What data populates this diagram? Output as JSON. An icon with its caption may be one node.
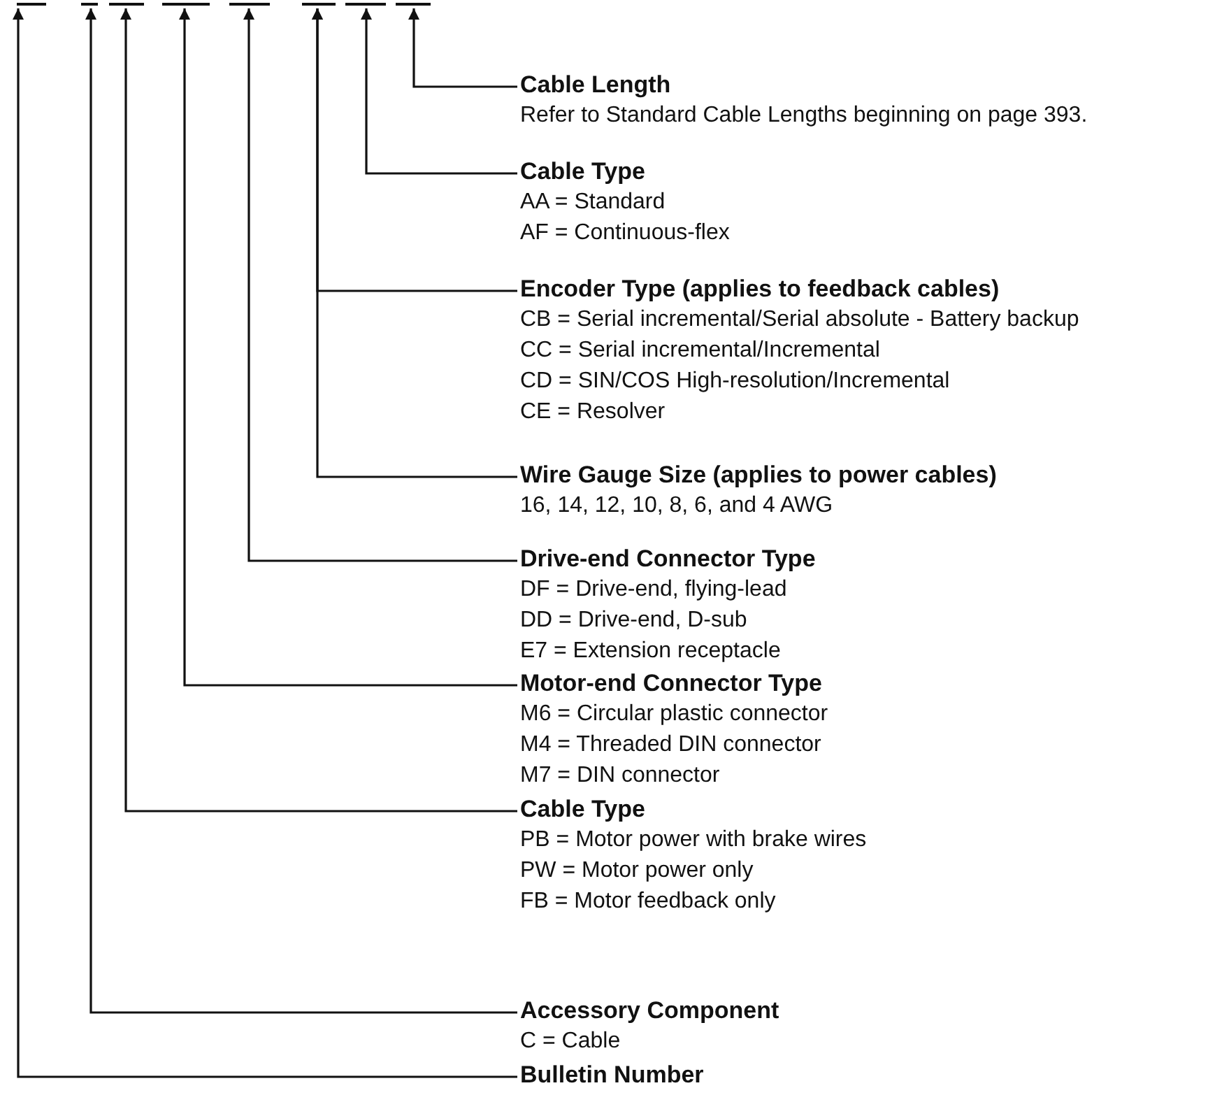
{
  "diagram": {
    "nodes": [
      {
        "text": [],
        "shape": "bar"
      },
      {
        "text": [],
        "shape": "bar"
      },
      {
        "text": [],
        "shape": "bar"
      },
      {
        "text": [],
        "shape": "bar"
      },
      {
        "text": [],
        "shape": "bar"
      },
      {
        "text": [],
        "shape": "bar"
      },
      {
        "text": [],
        "shape": "bar"
      },
      {
        "text": [],
        "shape": "bar"
      },
      {
        "text": [
          "Cable Length",
          "Refer to Standard Cable Lengths beginning on page 393."
        ]
      },
      {
        "text": [
          "Cable Type",
          "AA = Standard",
          "AF = Continuous-flex"
        ]
      },
      {
        "text": [
          "Encoder Type (applies to feedback cables)",
          "CB = Serial incremental/Serial absolute - Battery backup",
          "CC = Serial incremental/Incremental",
          "CD = SIN/COS High-resolution/Incremental",
          "CE = Resolver"
        ]
      },
      {
        "text": [
          "Wire Gauge Size (applies to power cables)",
          "16, 14, 12, 10, 8, 6, and 4 AWG"
        ]
      },
      {
        "text": [
          "Drive-end Connector Type",
          "DF = Drive-end, flying-lead",
          "DD = Drive-end, D-sub",
          "E7 = Extension receptacle"
        ]
      },
      {
        "text": [
          "Motor-end Connector Type",
          "M6 = Circular plastic connector",
          "M4 = Threaded DIN connector",
          "M7 = DIN connector"
        ]
      },
      {
        "text": [
          "Cable Type",
          "PB = Motor power with brake wires",
          "PW = Motor power only",
          "FB = Motor feedback only"
        ]
      },
      {
        "text": [
          "Accessory Component",
          "C = Cable"
        ]
      },
      {
        "text": [
          "Bulletin Number"
        ]
      }
    ],
    "edges": [
      {
        "from": 8,
        "to": 7,
        "arrow": "to"
      },
      {
        "from": 9,
        "to": 6,
        "arrow": "to"
      },
      {
        "from": 10,
        "to": 5,
        "arrow": "to"
      },
      {
        "from": 11,
        "to": 5,
        "arrow": "to"
      },
      {
        "from": 12,
        "to": 4,
        "arrow": "to"
      },
      {
        "from": 13,
        "to": 3,
        "arrow": "to"
      },
      {
        "from": 14,
        "to": 2,
        "arrow": "to"
      },
      {
        "from": 15,
        "to": 1,
        "arrow": "to"
      },
      {
        "from": 16,
        "to": 0,
        "arrow": "to"
      }
    ]
  }
}
